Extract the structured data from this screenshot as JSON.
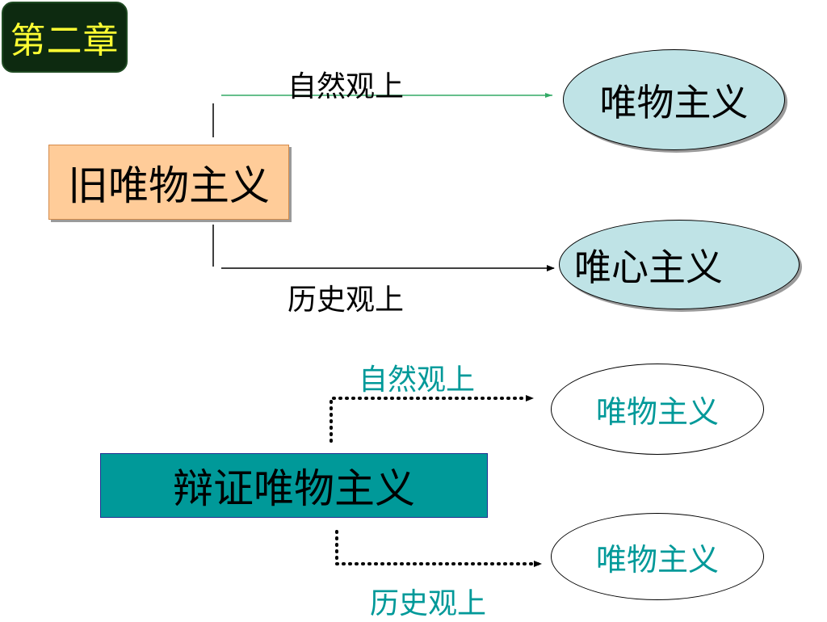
{
  "chapter_badge": "第二章",
  "old_materialism": {
    "source": "旧唯物主义",
    "upper_label": "自然观上",
    "upper_target": "唯物主义",
    "lower_label": "历史观上",
    "lower_target": "唯心主义",
    "upper_arrow_color": "#33aa66",
    "lower_arrow_color": "#000000"
  },
  "dialectical_materialism": {
    "source": "辩证唯物主义",
    "upper_label": "自然观上",
    "upper_target": "唯物主义",
    "lower_label": "历史观上",
    "lower_target": "唯物主义",
    "text_color": "#009999",
    "box_color": "#009999"
  }
}
